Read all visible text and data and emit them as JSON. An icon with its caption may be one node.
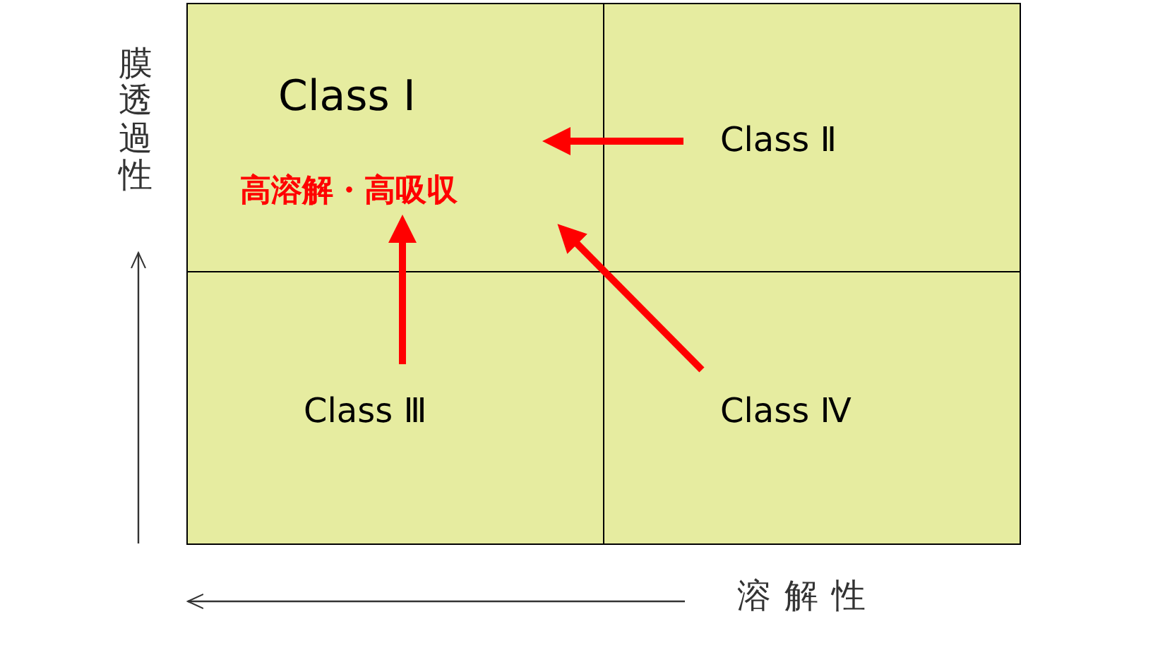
{
  "diagram": {
    "nodes": [
      {
        "text": [
          "Class Ⅰ",
          "高溶解・高吸収"
        ]
      },
      {
        "text": [
          "Class Ⅱ"
        ]
      },
      {
        "text": [
          "Class Ⅲ"
        ]
      },
      {
        "text": [
          "Class Ⅳ"
        ]
      }
    ],
    "edges": [
      {
        "from": 1,
        "to": 0,
        "arrow": "to"
      },
      {
        "from": 2,
        "to": 0,
        "arrow": "to"
      },
      {
        "from": 3,
        "to": 0,
        "arrow": "to"
      }
    ],
    "labels": [
      "膜透過性",
      "溶解性"
    ]
  }
}
